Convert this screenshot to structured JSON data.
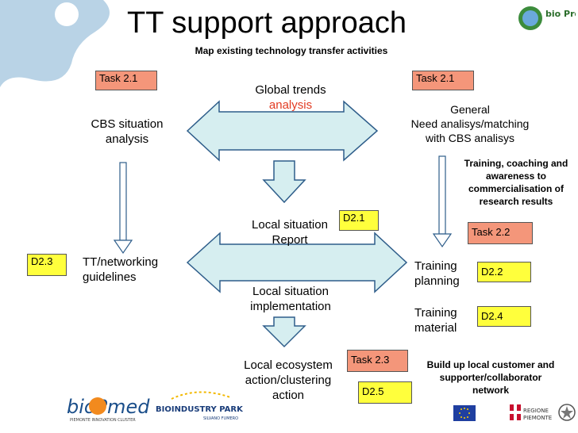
{
  "slide": {
    "title": "TT support approach",
    "subtitle": "Map existing technology transfer activities"
  },
  "boxes": {
    "task_top_left": "Task 2.1",
    "task_top_right": "Task 2.1",
    "task_right_mid": "Task 2.2",
    "task_bottom": "Task 2.3",
    "d21": "D2.1",
    "d22": "D2.2",
    "d23": "D2.3",
    "d24": "D2.4",
    "d25": "D2.5"
  },
  "nodes": {
    "global_trends": "Global trends",
    "analysis_word": "analysis",
    "cbs_line1": "CBS situation",
    "cbs_line2": "analysis",
    "general_line1": "General",
    "general_line2": "Need analisys/matching",
    "general_line3": "with CBS analisys",
    "training_coaching": "Training, coaching and awareness to commercialisation of research results",
    "local_situation_line1": "Local situation",
    "local_situation_line2": "Report",
    "tt_networking_line1": "TT/networking",
    "tt_networking_line2": "guidelines",
    "local_impl_line1": "Local situation",
    "local_impl_line2": "implementation",
    "training_planning_line1": "Training",
    "training_planning_line2": "planning",
    "training_material_line1": "Training",
    "training_material_line2": "material",
    "local_eco_line1": "Local ecosystem",
    "local_eco_line2": "action/clustering",
    "local_eco_line3": "action",
    "build_up": "Build up local customer and supporter/collaborator network"
  },
  "logos": {
    "biopmed": "bioPmed",
    "biopmed_tagline": "PIEMONTE INNOVATION CLUSTER",
    "bioindustry": "BIOINDUSTRY PARK",
    "bioindustry_sub": "SILVANO FUMERO",
    "bioprotech": "bio Protech",
    "regione_line1": "REGIONE",
    "regione_line2": "PIEMONTE"
  },
  "colors": {
    "arrow_fill": "#d6eef0",
    "arrow_stroke": "#2e5d8a",
    "task_fill": "#f4967a",
    "d_fill": "#ffff3c",
    "analysis_red": "#e23b22",
    "blob_blue": "#b9d3e6"
  }
}
